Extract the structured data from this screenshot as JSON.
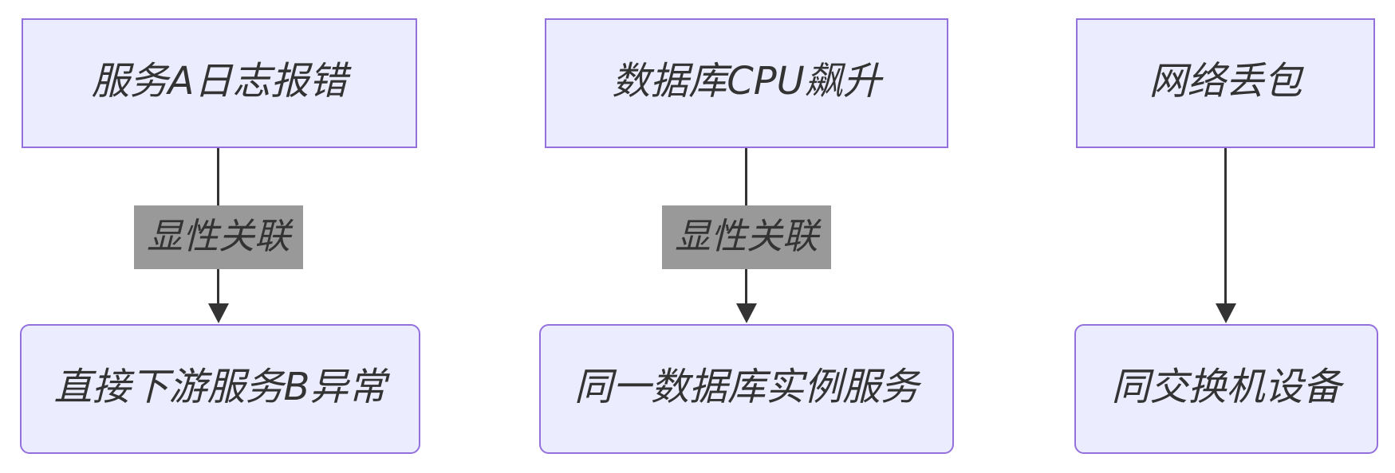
{
  "diagram": {
    "type": "flowchart-top-down",
    "background": "#ffffff",
    "colors": {
      "node_fill": "#ECECFF",
      "node_border": "#9370DB",
      "edge_label_bg": "#999999",
      "text_color": "#333333",
      "arrow_color": "#333333"
    },
    "columns": [
      {
        "top_label": "服务A日志报错",
        "edge_label": "显性关联",
        "bottom_label": "直接下游服务B异常"
      },
      {
        "top_label": "数据库CPU飙升",
        "edge_label": "显性关联",
        "bottom_label": "同一数据库实例服务"
      },
      {
        "top_label": "网络丢包",
        "edge_label": "",
        "bottom_label": "同交换机设备"
      }
    ]
  }
}
